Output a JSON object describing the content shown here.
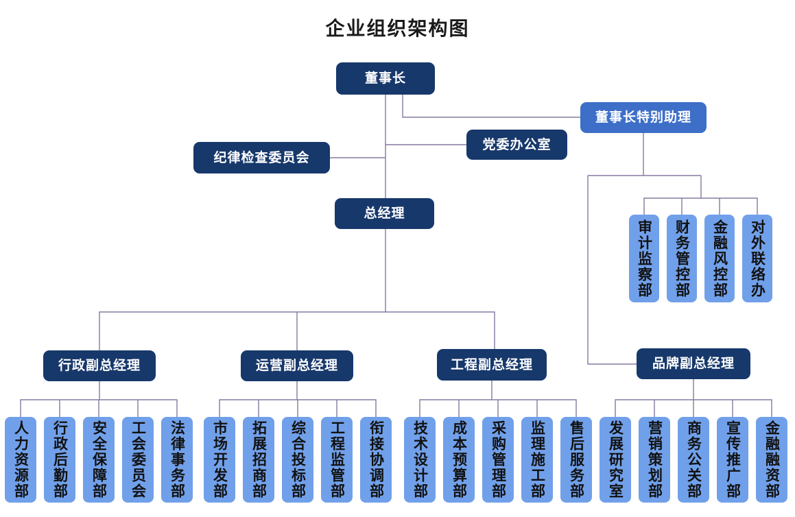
{
  "title": "企业组织架构图",
  "org": {
    "chairman": "董事长",
    "special_assistant": "董事长特别助理",
    "discipline_committee": "纪律检查委员会",
    "party_office": "党委办公室",
    "general_manager": "总经理",
    "deputies": {
      "admin": "行政副总经理",
      "operations": "运营副总经理",
      "engineering": "工程副总经理",
      "brand": "品牌副总经理"
    },
    "assistant_departments": [
      "审计监察部",
      "财务管控部",
      "金融风控部",
      "对外联络办"
    ],
    "admin_departments": [
      "人力资源部",
      "行政后勤部",
      "安全保障部",
      "工会委员会",
      "法律事务部"
    ],
    "operations_departments": [
      "市场开发部",
      "拓展招商部",
      "综合投标部",
      "工程监管部",
      "衔接协调部"
    ],
    "engineering_departments": [
      "技术设计部",
      "成本预算部",
      "采购管理部",
      "监理施工部",
      "售后服务部"
    ],
    "brand_departments": [
      "发展研究室",
      "营销策划部",
      "商务公关部",
      "宣传推广部",
      "金融融资部"
    ]
  },
  "colors": {
    "node_primary": "#17386B",
    "node_secondary": "#3D6EC8",
    "node_department": "#71A0EA",
    "connector": "#8578A0",
    "text_on_dark": "#FFFFFF",
    "text_on_light": "#111111",
    "title_text": "#1A1A1A",
    "background": "#FFFFFF"
  }
}
